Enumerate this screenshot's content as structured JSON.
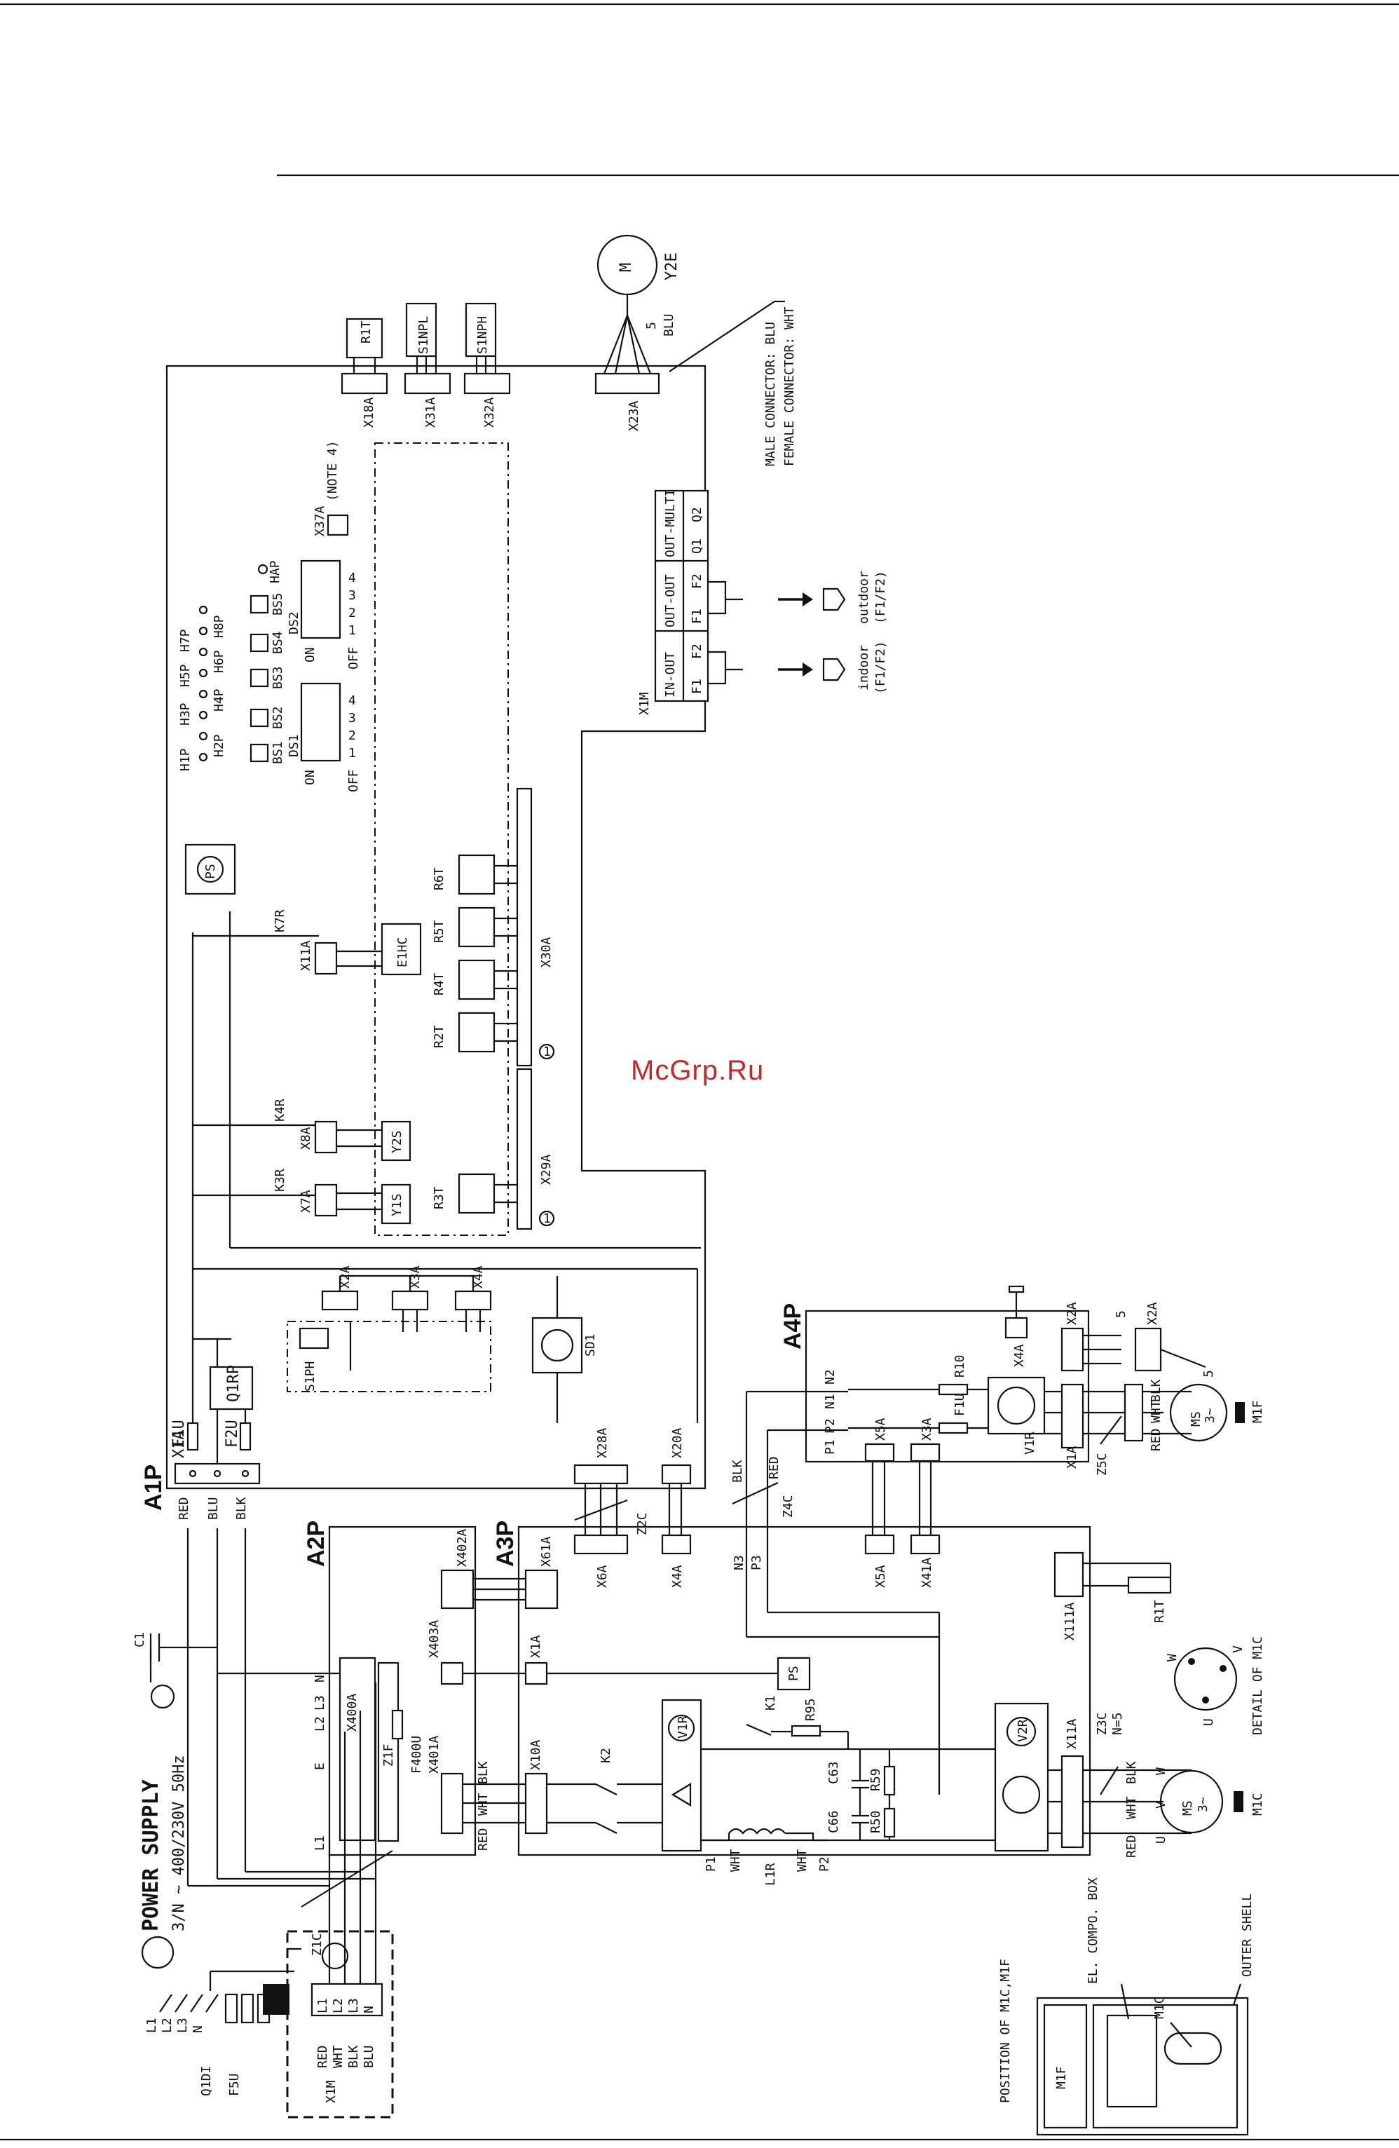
{
  "watermark": "McGrp.Ru",
  "boards": {
    "a1p": "A1P",
    "a2p": "A2P",
    "a3p": "A3P",
    "a4p": "A4P"
  },
  "power": {
    "title": "POWER SUPPLY",
    "spec": "3/N ~ 400/230V 50Hz",
    "phases": [
      "L1",
      "L2",
      "L3",
      "N"
    ],
    "main_switch": "Q1DI",
    "fuse": "F5U",
    "terminal": "X1M",
    "terminal_pins": [
      "L1",
      "L2",
      "L3",
      "N"
    ],
    "wire_colors": [
      "RED",
      "WHT",
      "BLK",
      "BLU"
    ],
    "filter_core": "Z1C",
    "capacitor": "C1"
  },
  "a1p": {
    "connectors": {
      "x1a": "X1A",
      "x18a": "X18A",
      "x31a": "X31A",
      "x32a": "X32A",
      "x23a": "X23A",
      "x37a": "X37A",
      "x11a": "X11A",
      "x8a": "X8A",
      "x7a": "X7A",
      "x2a": "X2A",
      "x3a": "X3A",
      "x4a": "X4A",
      "x28a": "X28A",
      "x20a": "X20A",
      "x29a": "X29A",
      "x30a": "X30A"
    },
    "fuses": {
      "f1u": "F1U",
      "f2u": "F2U"
    },
    "feed_colors": [
      "RED",
      "BLU",
      "BLK"
    ],
    "q1rp": "Q1RP",
    "s1ph": "S1PH",
    "sd1": "SD1",
    "relays": {
      "k7r": "K7R",
      "k4r": "K4R",
      "k3r": "K3R"
    },
    "heater": "E1HC",
    "valves": {
      "y1s": "Y1S",
      "y2s": "Y2S"
    },
    "thermistors": {
      "r1t": "R1T",
      "r2t": "R2T",
      "r3t": "R3T",
      "r4t": "R4T",
      "r5t": "R5T",
      "r6t": "R6T"
    },
    "sensors": {
      "s1npl": "S1NPL",
      "s1nph": "S1NPH"
    },
    "ps": "PS",
    "note": "(NOTE 4)",
    "leds_top": [
      "H1P",
      "H3P",
      "H5P",
      "H7P"
    ],
    "leds_bottom": [
      "H2P",
      "H4P",
      "H6P",
      "H8P"
    ],
    "hap": "HAP",
    "buttons": [
      "BS1",
      "BS2",
      "BS3",
      "BS4",
      "BS5"
    ],
    "ds1": "DS1",
    "ds2": "DS2",
    "on": "ON",
    "off": "OFF",
    "dip_nums": [
      "1",
      "2",
      "3",
      "4"
    ],
    "z2c": "Z2C",
    "x1m": "X1M",
    "terminals": [
      "IN-OUT",
      "OUT-OUT",
      "OUT-MULTI"
    ],
    "terminal_pins": [
      "F1",
      "F2",
      "F1",
      "F2",
      "Q1",
      "Q2"
    ],
    "indoor": "indoor",
    "indoor_sub": "(F1/F2)",
    "outdoor": "outdoor",
    "outdoor_sub": "(F1/F2)",
    "circle_1": "1"
  },
  "fan_top": {
    "motor": "M",
    "id": "Y2E",
    "pins": "5",
    "color": "BLU",
    "male": "MALE CONNECTOR: BLU",
    "female": "FEMALE CONNECTOR: WHT"
  },
  "a2p": {
    "x400a": "X400A",
    "x401a": "X401A",
    "x402a": "X402A",
    "x403a": "X403A",
    "z1f": "Z1F",
    "f400u": "F400U",
    "e": "E",
    "pins": [
      "L1",
      "L2",
      "L3",
      "N"
    ],
    "out_colors": [
      "RED",
      "WHT",
      "BLK"
    ]
  },
  "a3p": {
    "x6a": "X6A",
    "x4a": "X4A",
    "x5a": "X5A",
    "x41a": "X41A",
    "x111a": "X111A",
    "x61a": "X61A",
    "x1a": "X1A",
    "x10a": "X10A",
    "x11a": "X11A",
    "n3": "N3",
    "p3": "P3",
    "r1t": "R1T",
    "ps": "PS",
    "k1": "K1",
    "k2": "K2",
    "r95": "R95",
    "v1r": "V1R",
    "v2r": "V2R",
    "c63": "C63",
    "c66": "C66",
    "r59": "R59",
    "r50": "R50",
    "l1r": "L1R",
    "p1": "P1",
    "p2": "P2",
    "coil_labels": [
      "WHT",
      "WHT"
    ],
    "z3c": "Z3C",
    "n5": "N=5",
    "motor_colors": [
      "RED",
      "WHT",
      "BLK"
    ],
    "motor_pins": [
      "U",
      "V",
      "W"
    ],
    "ms": "MS",
    "ms_sub": "3~",
    "m1c": "M1C",
    "detail": "DETAIL OF M1C",
    "detail_pins": [
      "W",
      "V",
      "U"
    ]
  },
  "link": {
    "z4c": "Z4C",
    "colors": [
      "BLK",
      "RED"
    ]
  },
  "a4p": {
    "n1n2": "N1",
    "n2": "N2",
    "p1p2": "P1",
    "p2": "P2",
    "r10": "R10",
    "f1u": "F1U",
    "v1r": "V1R",
    "x1a": "X1A",
    "x2a": "X2A",
    "x2a_ext": "X2A",
    "x3a": "X3A",
    "x4a": "X4A",
    "x5a": "X5A",
    "z5c": "Z5C",
    "pins": "5",
    "motor_colors": [
      "RED",
      "WHT",
      "BLK"
    ],
    "ms": "MS",
    "ms_sub": "3~",
    "m1f": "M1F"
  },
  "position": {
    "title": "POSITION OF M1C,M1F",
    "box": "EL. COMPO. BOX",
    "m1c": "M1C",
    "m1f": "M1F",
    "shell": "OUTER SHELL"
  }
}
